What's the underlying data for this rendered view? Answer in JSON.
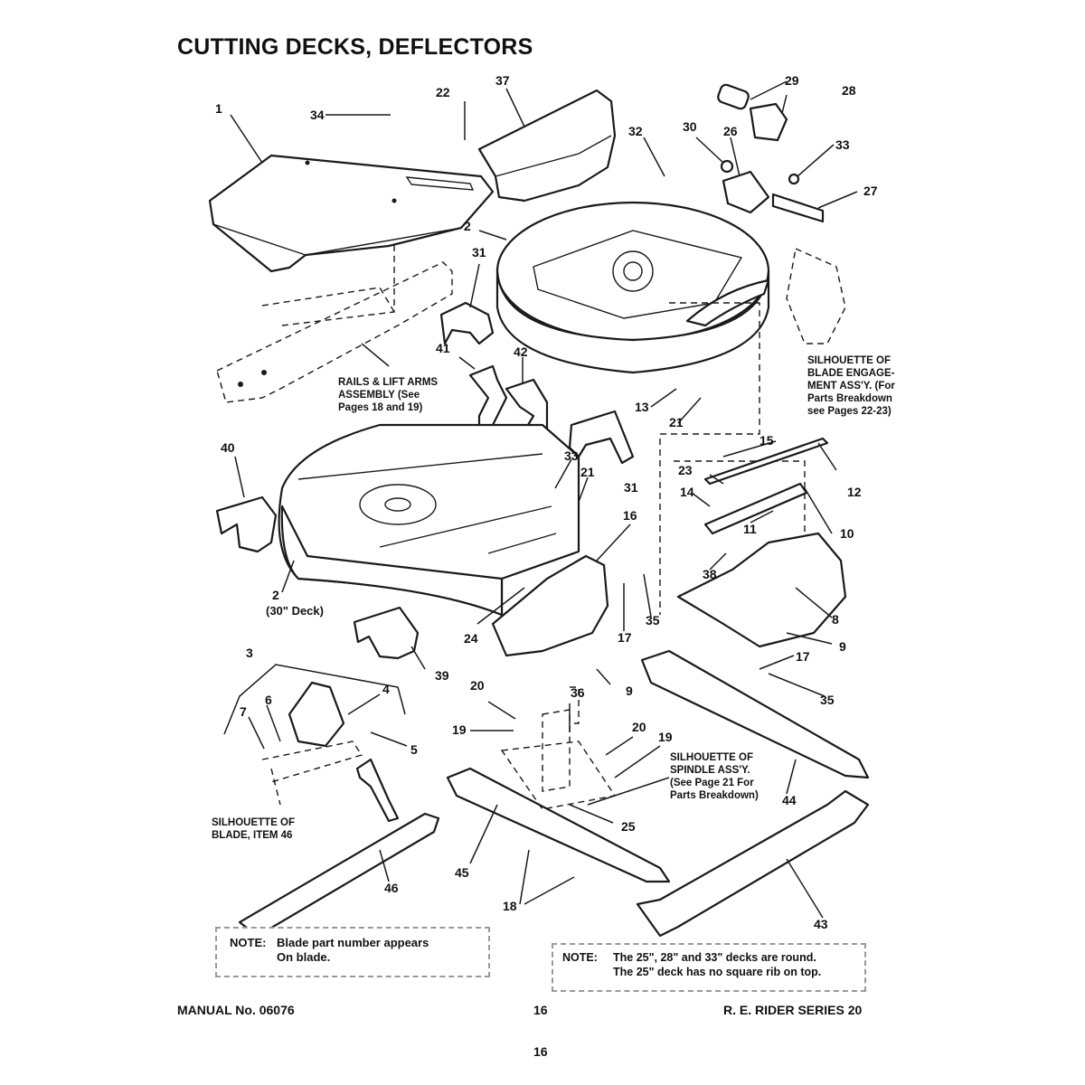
{
  "page": {
    "title": "CUTTING DECKS, DEFLECTORS",
    "footer_left": "MANUAL No. 06076",
    "footer_center": "16",
    "footer_right": "R. E. RIDER SERIES 20",
    "page_number": "16"
  },
  "callouts": {
    "rails": "RAILS & LIFT ARMS\nASSEMBLY (See\nPages 18 and 19)",
    "blade_engagement": "SILHOUETTE OF\nBLADE ENGAGE-\nMENT ASS'Y. (For\nParts Breakdown\nsee Pages 22-23)",
    "spindle": "SILHOUETTE OF\nSPINDLE ASS'Y.\n(See Page 21 For\nParts Breakdown)",
    "blade_item": "SILHOUETTE OF\nBLADE, ITEM 46",
    "deck30": "(30\" Deck)"
  },
  "notes": {
    "left_label": "NOTE:",
    "left_text": "Blade part number appears\nOn blade.",
    "right_label": "NOTE:",
    "right_text": "The 25\", 28\" and 33\" decks are round.\nThe 25\" deck has no square rib on top."
  },
  "part_labels": {
    "p1": "1",
    "p2a": "2",
    "p2b": "2",
    "p3": "3",
    "p4": "4",
    "p5": "5",
    "p6": "6",
    "p7": "7",
    "p8": "8",
    "p9a": "9",
    "p9b": "9",
    "p10": "10",
    "p11": "11",
    "p12": "12",
    "p13": "13",
    "p14": "14",
    "p15": "15",
    "p16": "16",
    "p17a": "17",
    "p17b": "17",
    "p18": "18",
    "p19a": "19",
    "p19b": "19",
    "p20a": "20",
    "p20b": "20",
    "p21a": "21",
    "p21b": "21",
    "p22": "22",
    "p23": "23",
    "p24": "24",
    "p25": "25",
    "p26": "26",
    "p27": "27",
    "p28": "28",
    "p29": "29",
    "p30": "30",
    "p31a": "31",
    "p31b": "31",
    "p32": "32",
    "p33a": "33",
    "p33b": "33",
    "p34": "34",
    "p35a": "35",
    "p35b": "35",
    "p36": "36",
    "p37": "37",
    "p38": "38",
    "p39": "39",
    "p40": "40",
    "p41": "41",
    "p42": "42",
    "p43": "43",
    "p44": "44",
    "p45": "45",
    "p46": "46"
  }
}
